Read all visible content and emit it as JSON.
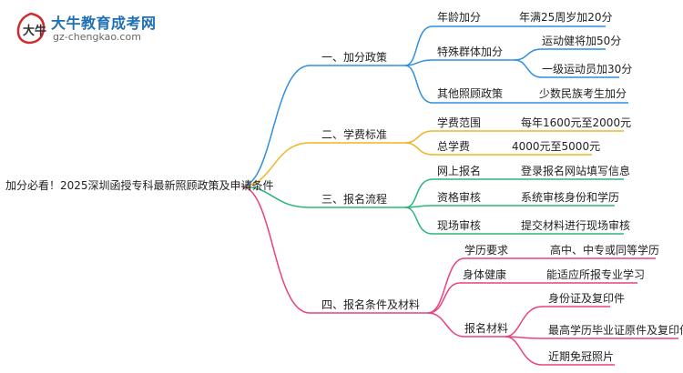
{
  "watermark": {
    "brand": "大牛教育成考网",
    "url": "gz-chengkao.com",
    "logo_text": "大牛"
  },
  "root": "加分必看！2025深圳函授专科最新照顾政策及申请条件",
  "colors": {
    "blue": "#2f8fe0",
    "orange": "#f0b325",
    "green": "#2db57a",
    "pink": "#e9407f"
  },
  "branches": [
    {
      "label": "一、加分政策",
      "items": [
        {
          "label": "年龄加分",
          "details": [
            "年满25周岁加20分"
          ]
        },
        {
          "label": "特殊群体加分",
          "details": [
            "运动健将加50分",
            "一级运动员加30分"
          ]
        },
        {
          "label": "其他照顾政策",
          "details": [
            "少数民族考生加分"
          ]
        }
      ]
    },
    {
      "label": "二、学费标准",
      "items": [
        {
          "label": "学费范围",
          "details": [
            "每年1600元至2000元"
          ]
        },
        {
          "label": "总学费",
          "details": [
            "4000元至5000元"
          ]
        }
      ]
    },
    {
      "label": "三、报名流程",
      "items": [
        {
          "label": "网上报名",
          "details": [
            "登录报名网站填写信息"
          ]
        },
        {
          "label": "资格审核",
          "details": [
            "系统审核身份和学历"
          ]
        },
        {
          "label": "现场审核",
          "details": [
            "提交材料进行现场审核"
          ]
        }
      ]
    },
    {
      "label": "四、报名条件及材料",
      "items": [
        {
          "label": "学历要求",
          "details": [
            "高中、中专或同等学历"
          ]
        },
        {
          "label": "身体健康",
          "details": [
            "能适应所报专业学习"
          ]
        },
        {
          "label": "报名材料",
          "details": [
            "身份证及复印件",
            "最高学历毕业证原件及复印件",
            "近期免冠照片"
          ]
        }
      ]
    }
  ]
}
